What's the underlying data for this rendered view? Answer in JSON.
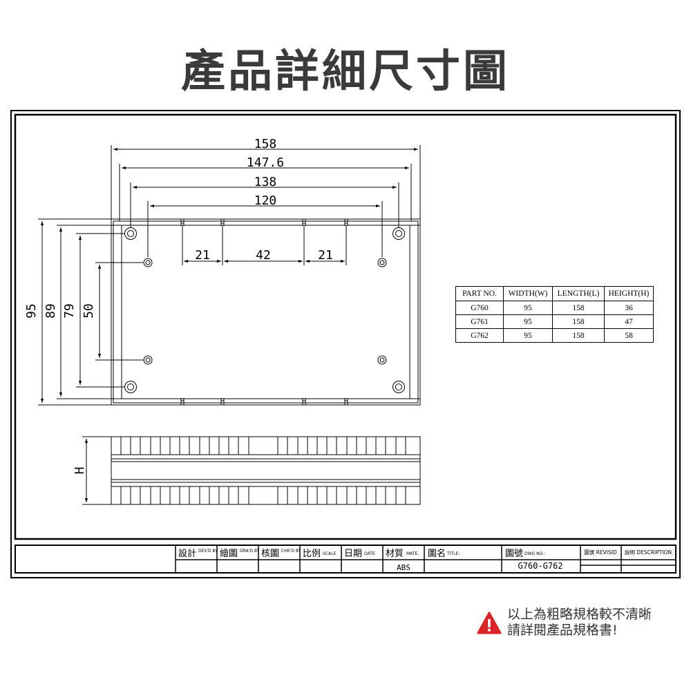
{
  "title": "產品詳細尺寸圖",
  "dimensions": {
    "horizontal": [
      "158",
      "147.6",
      "138",
      "120"
    ],
    "spacing": [
      "21",
      "42",
      "21"
    ],
    "vertical": [
      "95",
      "89",
      "79",
      "50"
    ],
    "height_label": "H"
  },
  "spec_table": {
    "headers": [
      "PART NO.",
      "WIDTH(W)",
      "LENGTH(L)",
      "HEIGHT(H)"
    ],
    "rows": [
      [
        "G760",
        "95",
        "158",
        "36"
      ],
      [
        "G761",
        "95",
        "158",
        "47"
      ],
      [
        "G762",
        "95",
        "158",
        "58"
      ]
    ]
  },
  "title_block": {
    "designed": "設計",
    "designed_en": "DES'D BY",
    "drawn": "繪圖",
    "drawn_en": "DRA'D BY",
    "checked": "核圖",
    "checked_en": "CHK'D BY",
    "scale": "比例",
    "scale_en": "SCALE",
    "date": "日期",
    "date_en": "DATE",
    "material": "材質",
    "material_en": "MATE.",
    "material_value": "ABS",
    "drawing_title": "圖名",
    "drawing_title_en": "TITLE:",
    "drawing_no": "圖號",
    "drawing_no_en": "DWG NO.:",
    "drawing_no_value": "G760-G762",
    "revision": "圖號 REVISID",
    "description": "說明 DESCRIPTION"
  },
  "warning": {
    "icon": "warning-icon",
    "color": "#d9252a",
    "line1": "以上為粗略規格較不清晰",
    "line2": "請詳閱產品規格書!"
  }
}
